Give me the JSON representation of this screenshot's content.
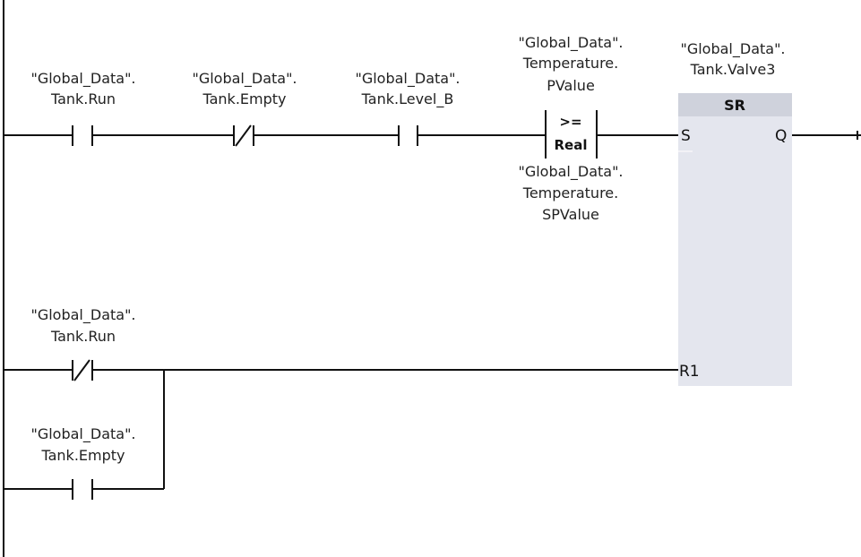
{
  "rung1": {
    "contact_run": {
      "line1": "\"Global_Data\".",
      "line2": "Tank.Run",
      "type": "NO"
    },
    "contact_empty": {
      "line1": "\"Global_Data\".",
      "line2": "Tank.Empty",
      "type": "NC"
    },
    "contact_level": {
      "line1": "\"Global_Data\".",
      "line2": "Tank.Level_B",
      "type": "NO"
    },
    "compare": {
      "operator": ">=",
      "datatype": "Real",
      "in1": {
        "line1": "\"Global_Data\".",
        "line2": "Temperature.",
        "line3": "PValue"
      },
      "in2": {
        "line1": "\"Global_Data\".",
        "line2": "Temperature.",
        "line3": "SPValue"
      }
    },
    "sr_block": {
      "name": "SR",
      "tag_line1": "\"Global_Data\".",
      "tag_line2": "Tank.Valve3",
      "pin_s": "S",
      "pin_q": "Q",
      "pin_r1": "R1"
    }
  },
  "rung2": {
    "contact_run_nc": {
      "line1": "\"Global_Data\".",
      "line2": "Tank.Run",
      "type": "NC"
    },
    "contact_empty_no": {
      "line1": "\"Global_Data\".",
      "line2": "Tank.Empty",
      "type": "NO"
    }
  },
  "colors": {
    "wire": "#111111",
    "block_fill": "#e4e6ee",
    "block_header": "#cfd2dc"
  }
}
